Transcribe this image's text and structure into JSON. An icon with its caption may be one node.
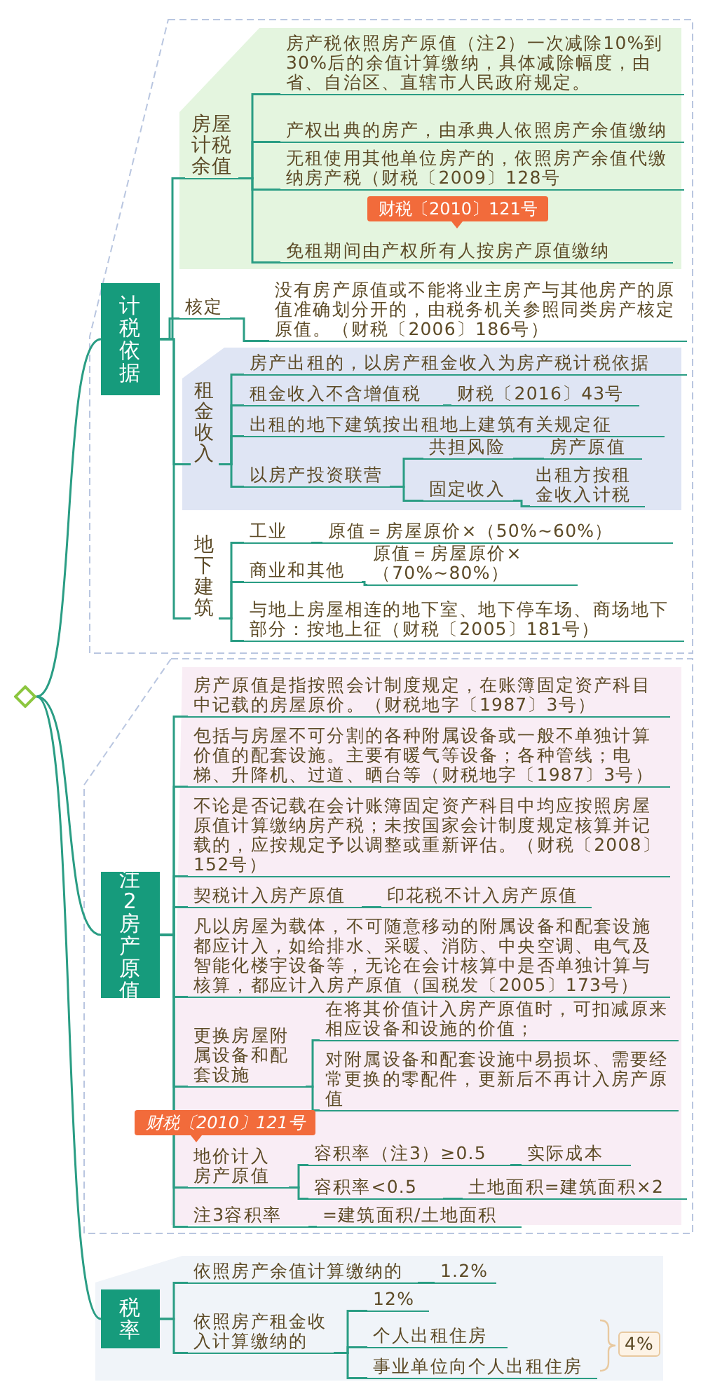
{
  "diagram": {
    "nodes": [
      {
        "text": [],
        "shape": "diamond"
      },
      {
        "text": [
          "计税依据"
        ]
      },
      {
        "text": [
          "房屋计税余值"
        ]
      },
      {
        "text": [
          "房产税依照房产原值（注2）一次减除10%到30%后的余值计算缴纳，具体减除幅度，由省、自治区、直辖市人民政府规定。"
        ]
      },
      {
        "text": [
          "产权出典的房产，由承典人依照房产余值缴纳"
        ]
      },
      {
        "text": [
          "无租使用其他单位房产的，依照房产余值代缴纳房产税（财税〔2009〕128号"
        ]
      },
      {
        "text": [
          "免租期间由产权所有人按房产原值缴纳"
        ]
      },
      {
        "text": [
          "核定"
        ]
      },
      {
        "text": [
          "没有房产原值或不能将业主房产与其他房产的原值准确划分开的，由税务机关参照同类房产核定原值。（财税〔2006〕186号）"
        ]
      },
      {
        "text": [
          "租金收入"
        ]
      },
      {
        "text": [
          "房产出租的，以房产租金收入为房产税计税依据"
        ]
      },
      {
        "text": [
          "租金收入不含增值税"
        ]
      },
      {
        "text": [
          "财税〔2016〕43号"
        ]
      },
      {
        "text": [
          "出租的地下建筑按出租地上建筑有关规定征"
        ]
      },
      {
        "text": [
          "以房产投资联营"
        ]
      },
      {
        "text": [
          "共担风险"
        ]
      },
      {
        "text": [
          "房产原值"
        ]
      },
      {
        "text": [
          "固定收入"
        ]
      },
      {
        "text": [
          "出租方按租金收入计税"
        ]
      },
      {
        "text": [
          "地下建筑"
        ]
      },
      {
        "text": [
          "工业"
        ]
      },
      {
        "text": [
          "原值＝房屋原价×（50%~60%）"
        ]
      },
      {
        "text": [
          "商业和其他"
        ]
      },
      {
        "text": [
          "原值＝房屋原价×（70%~80%）"
        ]
      },
      {
        "text": [
          "与地上房屋相连的地下室、地下停车场、商场地下部分：按地上征（财税〔2005〕181号）"
        ]
      },
      {
        "text": [
          "注2房产原值"
        ]
      },
      {
        "text": [
          "房产原值是指按照会计制度规定，在账簿固定资产科目中记载的房屋原价。（财税地字〔1987〕3号）"
        ]
      },
      {
        "text": [
          "包括与房屋不可分割的各种附属设备或一般不单独计算价值的配套设施。主要有暖气等设备；各种管线；电梯、升降机、过道、晒台等（财税地字〔1987〕3号）"
        ]
      },
      {
        "text": [
          "不论是否记载在会计账簿固定资产科目中均应按照房屋原值计算缴纳房产税；未按国家会计制度规定核算并记载的，应按规定予以调整或重新评估。（财税〔2008〕152号）"
        ]
      },
      {
        "text": [
          "契税计入房产原值"
        ]
      },
      {
        "text": [
          "印花税不计入房产原值"
        ]
      },
      {
        "text": [
          "凡以房屋为载体，不可随意移动的附属设备和配套设施都应计入，如给排水、采暖、消防、中央空调、电气及智能化楼宇设备等，无论在会计核算中是否单独计算与核算，都应计入房产原值（国税发〔2005〕173号）"
        ]
      },
      {
        "text": [
          "更换房屋附属设备和配套设施"
        ]
      },
      {
        "text": [
          "在将其价值计入房产原值时，可扣减原来相应设备和设施的价值；"
        ]
      },
      {
        "text": [
          "对附属设备和配套设施中易损坏、需要经常更换的零配件，更新后不再计入房产原值"
        ]
      },
      {
        "text": [
          "地价计入房产原值"
        ]
      },
      {
        "text": [
          "容积率（注3）≥0.5"
        ]
      },
      {
        "text": [
          "实际成本"
        ]
      },
      {
        "text": [
          "容积率<0.5"
        ]
      },
      {
        "text": [
          "土地面积=建筑面积×2"
        ]
      },
      {
        "text": [
          "注3容积率"
        ]
      },
      {
        "text": [
          "=建筑面积/土地面积"
        ]
      },
      {
        "text": [
          "税率"
        ]
      },
      {
        "text": [
          "依照房产余值计算缴纳的"
        ]
      },
      {
        "text": [
          "1.2%"
        ]
      },
      {
        "text": [
          "依照房产租金收入计算缴纳的"
        ]
      },
      {
        "text": [
          "12%"
        ]
      },
      {
        "text": [
          "个人出租住房"
        ]
      },
      {
        "text": [
          "事业单位向个人出租住房"
        ]
      },
      {
        "text": [
          "4%"
        ]
      }
    ],
    "edges": [
      {
        "from": 0,
        "to": 1,
        "arrow": "none"
      },
      {
        "from": 0,
        "to": 25,
        "arrow": "none"
      },
      {
        "from": 0,
        "to": 42,
        "arrow": "none"
      },
      {
        "from": 1,
        "to": 2,
        "arrow": "none"
      },
      {
        "from": 1,
        "to": 7,
        "arrow": "none"
      },
      {
        "from": 1,
        "to": 9,
        "arrow": "none"
      },
      {
        "from": 1,
        "to": 19,
        "arrow": "none"
      },
      {
        "from": 2,
        "to": 3,
        "arrow": "none"
      },
      {
        "from": 2,
        "to": 4,
        "arrow": "none"
      },
      {
        "from": 2,
        "to": 5,
        "arrow": "none"
      },
      {
        "from": 2,
        "to": 6,
        "arrow": "none"
      },
      {
        "from": 7,
        "to": 8,
        "arrow": "none"
      },
      {
        "from": 9,
        "to": 10,
        "arrow": "none"
      },
      {
        "from": 9,
        "to": 11,
        "arrow": "none"
      },
      {
        "from": 9,
        "to": 13,
        "arrow": "none"
      },
      {
        "from": 9,
        "to": 14,
        "arrow": "none"
      },
      {
        "from": 11,
        "to": 12,
        "arrow": "none"
      },
      {
        "from": 14,
        "to": 15,
        "arrow": "none"
      },
      {
        "from": 14,
        "to": 17,
        "arrow": "none"
      },
      {
        "from": 15,
        "to": 16,
        "arrow": "none"
      },
      {
        "from": 17,
        "to": 18,
        "arrow": "none"
      },
      {
        "from": 19,
        "to": 20,
        "arrow": "none"
      },
      {
        "from": 19,
        "to": 22,
        "arrow": "none"
      },
      {
        "from": 19,
        "to": 24,
        "arrow": "none"
      },
      {
        "from": 20,
        "to": 21,
        "arrow": "none"
      },
      {
        "from": 22,
        "to": 23,
        "arrow": "none"
      },
      {
        "from": 25,
        "to": 26,
        "arrow": "none"
      },
      {
        "from": 25,
        "to": 27,
        "arrow": "none"
      },
      {
        "from": 25,
        "to": 28,
        "arrow": "none"
      },
      {
        "from": 25,
        "to": 29,
        "arrow": "none"
      },
      {
        "from": 25,
        "to": 31,
        "arrow": "none"
      },
      {
        "from": 25,
        "to": 32,
        "arrow": "none"
      },
      {
        "from": 25,
        "to": 35,
        "arrow": "none"
      },
      {
        "from": 25,
        "to": 40,
        "arrow": "none"
      },
      {
        "from": 29,
        "to": 30,
        "arrow": "none"
      },
      {
        "from": 32,
        "to": 33,
        "arrow": "none"
      },
      {
        "from": 32,
        "to": 34,
        "arrow": "none"
      },
      {
        "from": 35,
        "to": 36,
        "arrow": "none"
      },
      {
        "from": 35,
        "to": 38,
        "arrow": "none"
      },
      {
        "from": 36,
        "to": 37,
        "arrow": "none"
      },
      {
        "from": 38,
        "to": 39,
        "arrow": "none"
      },
      {
        "from": 40,
        "to": 41,
        "arrow": "none"
      },
      {
        "from": 42,
        "to": 43,
        "arrow": "none"
      },
      {
        "from": 42,
        "to": 45,
        "arrow": "none"
      },
      {
        "from": 43,
        "to": 44,
        "arrow": "none"
      },
      {
        "from": 45,
        "to": 46,
        "arrow": "none"
      },
      {
        "from": 45,
        "to": 47,
        "arrow": "none"
      },
      {
        "from": 45,
        "to": 48,
        "arrow": "none"
      }
    ],
    "labels": [
      "财税〔2010〕121号",
      "财税〔2010〕121号"
    ]
  }
}
